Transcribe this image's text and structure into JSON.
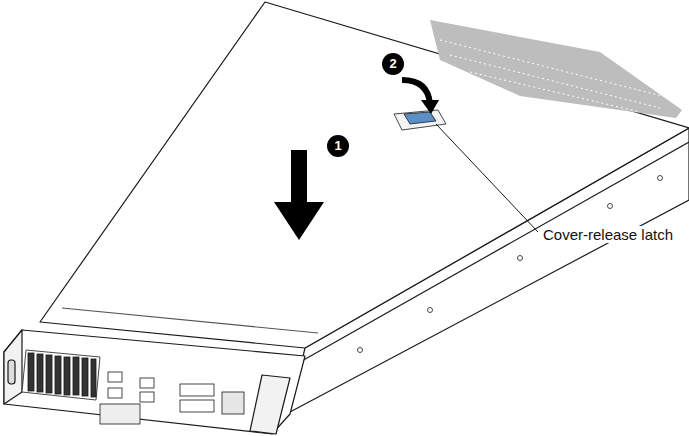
{
  "diagram": {
    "labels": [
      "1",
      "2",
      "Cover-release latch"
    ]
  }
}
